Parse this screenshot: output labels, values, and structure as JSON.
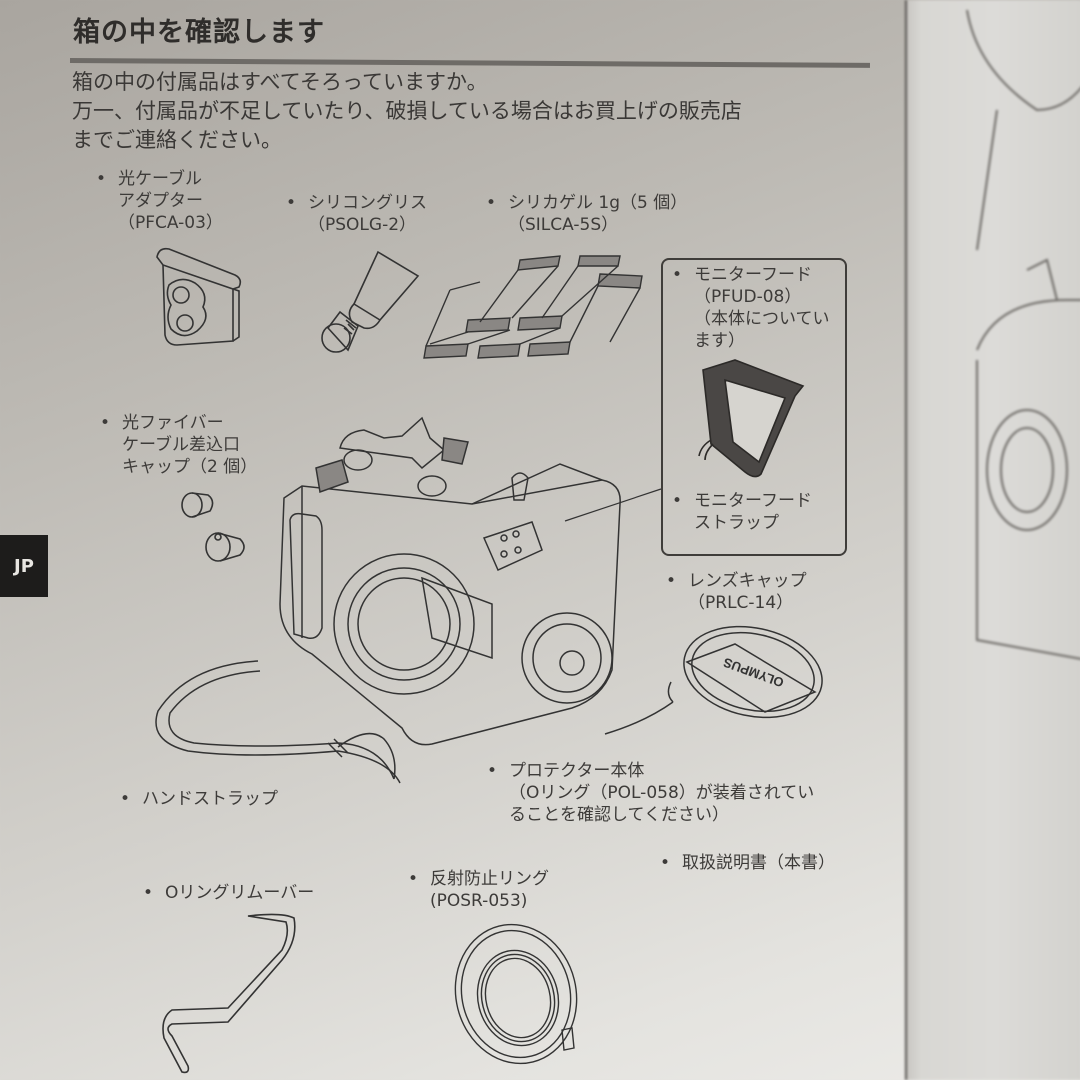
{
  "section": {
    "tab_label": "JP",
    "title": "箱の中を確認します",
    "intro": [
      "箱の中の付属品はすべてそろっていますか。",
      "万一、付属品が不足していたり、破損している場合はお買上げの販売店",
      "までご連絡ください。"
    ]
  },
  "bullet_glyph": "•",
  "items": {
    "fiber_adapter": {
      "name_line1": "光ケーブル",
      "name_line2": "アダプター",
      "code": "（PFCA-03）"
    },
    "silicone_grease": {
      "name": "シリコングリス",
      "code": "（PSOLG-2）"
    },
    "silica_gel": {
      "name": "シリカゲル 1g（5 個）",
      "code": "（SILCA-5S）"
    },
    "monitor_hood": {
      "name": "モニターフード",
      "code": "（PFUD-08）",
      "note_line1": "（本体についてい",
      "note_line2": "ます）"
    },
    "monitor_hood_strap": {
      "name_line1": "モニターフード",
      "name_line2": "ストラップ"
    },
    "fiber_cap": {
      "name_line1": "光ファイバー",
      "name_line2": "ケーブル差込口",
      "name_line3": "キャップ（2 個）"
    },
    "lens_cap": {
      "name": "レンズキャップ",
      "code": "（PRLC-14）",
      "brand_print": "OLYMPUS"
    },
    "hand_strap": {
      "name": "ハンドストラップ"
    },
    "protector_body": {
      "name": "プロテクター本体",
      "note_line1": "（Oリング（POL-058）が装着されてい",
      "note_line2": "ることを確認してください）"
    },
    "oring_remover": {
      "name": "Oリングリムーバー"
    },
    "antireflection_ring": {
      "name": "反射防止リング",
      "code": "(POSR-053)"
    },
    "manual": {
      "name": "取扱説明書（本書）"
    }
  },
  "colors": {
    "ink": "#3a3836",
    "rule": "#6e6b67",
    "tab_bg": "#1d1c1b",
    "tab_text": "#e8e6e2"
  }
}
